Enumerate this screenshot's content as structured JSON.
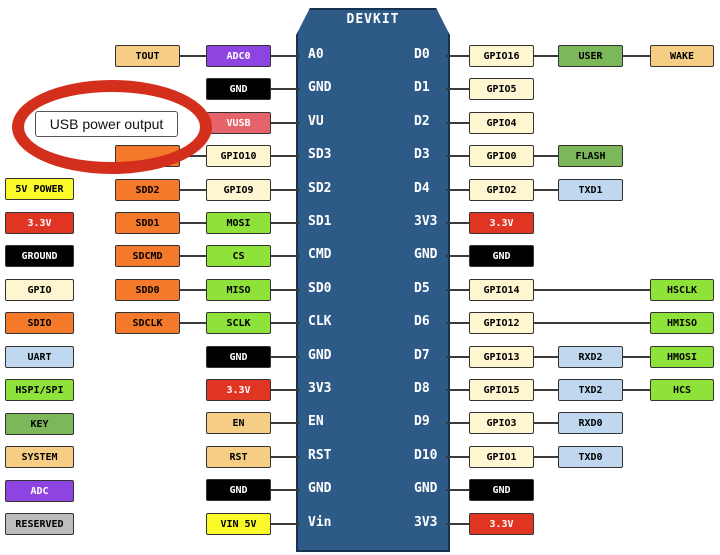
{
  "title": "DEVKIT",
  "callout": "USB power output",
  "colors": {
    "system": "#f6cd85",
    "adc": "#8e44e0",
    "ground": "#000000",
    "power": "#e03522",
    "gpio": "#fdf6d0",
    "sdio": "#f4792b",
    "uart": "#c0d8ef",
    "hspi": "#8ee23a",
    "key": "#7cb85a",
    "reserved": "#bdbdbd",
    "five_v": "#fafa2a",
    "vusb": "#e5636b",
    "callout_ring": "#d32f1c",
    "board": "#2d5a86"
  },
  "legend": [
    {
      "label": "5V POWER",
      "cls": "five_v"
    },
    {
      "label": "3.3V",
      "cls": "power"
    },
    {
      "label": "GROUND",
      "cls": "ground"
    },
    {
      "label": "GPIO",
      "cls": "gpio"
    },
    {
      "label": "SDIO",
      "cls": "sdio"
    },
    {
      "label": "UART",
      "cls": "uart"
    },
    {
      "label": "HSPI/SPI",
      "cls": "hspi"
    },
    {
      "label": "KEY",
      "cls": "key"
    },
    {
      "label": "SYSTEM",
      "cls": "system"
    },
    {
      "label": "ADC",
      "cls": "adc"
    },
    {
      "label": "RESERVED",
      "cls": "reserved"
    }
  ],
  "left_pins": [
    {
      "pin": "A0",
      "labels": [
        {
          "text": "ADC0",
          "cls": "adc"
        },
        {
          "text": "TOUT",
          "cls": "system"
        }
      ]
    },
    {
      "pin": "GND",
      "labels": [
        {
          "text": "GND",
          "cls": "ground"
        }
      ]
    },
    {
      "pin": "VU",
      "labels": [
        {
          "text": "VUSB",
          "cls": "vusb"
        }
      ]
    },
    {
      "pin": "SD3",
      "labels": [
        {
          "text": "GPIO10",
          "cls": "gpio"
        },
        {
          "text": "",
          "cls": "sdio"
        }
      ]
    },
    {
      "pin": "SD2",
      "labels": [
        {
          "text": "GPIO9",
          "cls": "gpio"
        },
        {
          "text": "SDD2",
          "cls": "sdio"
        }
      ]
    },
    {
      "pin": "SD1",
      "labels": [
        {
          "text": "MOSI",
          "cls": "hspi"
        },
        {
          "text": "SDD1",
          "cls": "sdio"
        }
      ]
    },
    {
      "pin": "CMD",
      "labels": [
        {
          "text": "CS",
          "cls": "hspi"
        },
        {
          "text": "SDCMD",
          "cls": "sdio"
        }
      ]
    },
    {
      "pin": "SD0",
      "labels": [
        {
          "text": "MISO",
          "cls": "hspi"
        },
        {
          "text": "SDD0",
          "cls": "sdio"
        }
      ]
    },
    {
      "pin": "CLK",
      "labels": [
        {
          "text": "SCLK",
          "cls": "hspi"
        },
        {
          "text": "SDCLK",
          "cls": "sdio"
        }
      ]
    },
    {
      "pin": "GND",
      "labels": [
        {
          "text": "GND",
          "cls": "ground"
        }
      ]
    },
    {
      "pin": "3V3",
      "labels": [
        {
          "text": "3.3V",
          "cls": "power"
        }
      ]
    },
    {
      "pin": "EN",
      "labels": [
        {
          "text": "EN",
          "cls": "system"
        }
      ]
    },
    {
      "pin": "RST",
      "labels": [
        {
          "text": "RST",
          "cls": "system"
        }
      ]
    },
    {
      "pin": "GND",
      "labels": [
        {
          "text": "GND",
          "cls": "ground"
        }
      ]
    },
    {
      "pin": "Vin",
      "labels": [
        {
          "text": "VIN 5V",
          "cls": "five_v"
        }
      ]
    }
  ],
  "right_pins": [
    {
      "pin": "D0",
      "labels": [
        {
          "text": "GPIO16",
          "cls": "gpio"
        },
        {
          "text": "USER",
          "cls": "key"
        },
        {
          "text": "WAKE",
          "cls": "system"
        }
      ]
    },
    {
      "pin": "D1",
      "labels": [
        {
          "text": "GPIO5",
          "cls": "gpio"
        }
      ]
    },
    {
      "pin": "D2",
      "labels": [
        {
          "text": "GPIO4",
          "cls": "gpio"
        }
      ]
    },
    {
      "pin": "D3",
      "labels": [
        {
          "text": "GPIO0",
          "cls": "gpio"
        },
        {
          "text": "FLASH",
          "cls": "key"
        }
      ]
    },
    {
      "pin": "D4",
      "labels": [
        {
          "text": "GPIO2",
          "cls": "gpio"
        },
        {
          "text": "TXD1",
          "cls": "uart"
        }
      ]
    },
    {
      "pin": "3V3",
      "labels": [
        {
          "text": "3.3V",
          "cls": "power"
        }
      ]
    },
    {
      "pin": "GND",
      "labels": [
        {
          "text": "GND",
          "cls": "ground"
        }
      ]
    },
    {
      "pin": "D5",
      "labels": [
        {
          "text": "GPIO14",
          "cls": "gpio"
        },
        {
          "text": "",
          "cls": "none"
        },
        {
          "text": "HSCLK",
          "cls": "hspi"
        }
      ]
    },
    {
      "pin": "D6",
      "labels": [
        {
          "text": "GPIO12",
          "cls": "gpio"
        },
        {
          "text": "",
          "cls": "none"
        },
        {
          "text": "HMISO",
          "cls": "hspi"
        }
      ]
    },
    {
      "pin": "D7",
      "labels": [
        {
          "text": "GPIO13",
          "cls": "gpio"
        },
        {
          "text": "RXD2",
          "cls": "uart"
        },
        {
          "text": "HMOSI",
          "cls": "hspi"
        }
      ]
    },
    {
      "pin": "D8",
      "labels": [
        {
          "text": "GPIO15",
          "cls": "gpio"
        },
        {
          "text": "TXD2",
          "cls": "uart"
        },
        {
          "text": "HCS",
          "cls": "hspi"
        }
      ]
    },
    {
      "pin": "D9",
      "labels": [
        {
          "text": "GPIO3",
          "cls": "gpio"
        },
        {
          "text": "RXD0",
          "cls": "uart"
        }
      ]
    },
    {
      "pin": "D10",
      "labels": [
        {
          "text": "GPIO1",
          "cls": "gpio"
        },
        {
          "text": "TXD0",
          "cls": "uart"
        }
      ]
    },
    {
      "pin": "GND",
      "labels": [
        {
          "text": "GND",
          "cls": "ground"
        }
      ]
    },
    {
      "pin": "3V3",
      "labels": [
        {
          "text": "3.3V",
          "cls": "power"
        }
      ]
    }
  ]
}
